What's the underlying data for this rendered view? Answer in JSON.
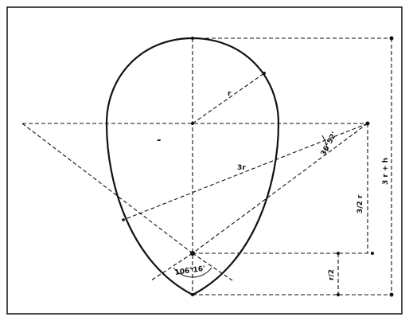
{
  "diagram": {
    "labels": {
      "radius": "r",
      "three_r": "3r",
      "minus": "-",
      "three_half_r": "3/2 r",
      "half_r": "r/2",
      "total_height": "3 r + h",
      "angle_top": "36°52'",
      "angle_bottom": "106°16'"
    }
  }
}
